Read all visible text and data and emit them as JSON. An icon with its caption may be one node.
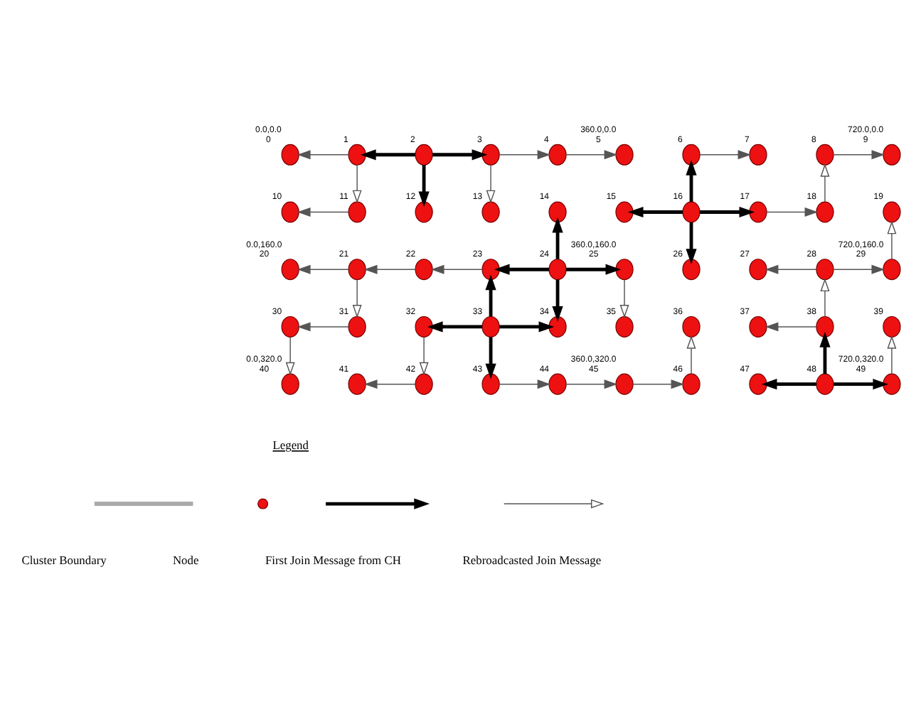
{
  "diagram": {
    "nodes": [
      {
        "text": [],
        "shape": "circle",
        "beside": [
          "0.0,0.0",
          "0"
        ]
      },
      {
        "text": [],
        "shape": "circle",
        "beside": [
          "1"
        ]
      },
      {
        "text": [],
        "shape": "circle",
        "beside": [
          "2"
        ]
      },
      {
        "text": [],
        "shape": "circle",
        "beside": [
          "3"
        ]
      },
      {
        "text": [],
        "shape": "circle",
        "beside": [
          "4"
        ]
      },
      {
        "text": [],
        "shape": "circle",
        "beside": [
          "360.0,0.0",
          "5"
        ]
      },
      {
        "text": [],
        "shape": "circle",
        "beside": [
          "6"
        ]
      },
      {
        "text": [],
        "shape": "circle",
        "beside": [
          "7"
        ]
      },
      {
        "text": [],
        "shape": "circle",
        "beside": [
          "8"
        ]
      },
      {
        "text": [],
        "shape": "circle",
        "beside": [
          "720.0,0.0",
          "9"
        ]
      },
      {
        "text": [],
        "shape": "circle",
        "beside": [
          "10"
        ]
      },
      {
        "text": [],
        "shape": "circle",
        "beside": [
          "11"
        ]
      },
      {
        "text": [],
        "shape": "circle",
        "beside": [
          "12"
        ]
      },
      {
        "text": [],
        "shape": "circle",
        "beside": [
          "13"
        ]
      },
      {
        "text": [],
        "shape": "circle",
        "beside": [
          "14"
        ]
      },
      {
        "text": [],
        "shape": "circle",
        "beside": [
          "15"
        ]
      },
      {
        "text": [],
        "shape": "circle",
        "beside": [
          "16"
        ]
      },
      {
        "text": [],
        "shape": "circle",
        "beside": [
          "17"
        ]
      },
      {
        "text": [],
        "shape": "circle",
        "beside": [
          "18"
        ]
      },
      {
        "text": [],
        "shape": "circle",
        "beside": [
          "19"
        ]
      },
      {
        "text": [],
        "shape": "circle",
        "beside": [
          "0.0,160.0",
          "20"
        ]
      },
      {
        "text": [],
        "shape": "circle",
        "beside": [
          "21"
        ]
      },
      {
        "text": [],
        "shape": "circle",
        "beside": [
          "22"
        ]
      },
      {
        "text": [],
        "shape": "circle",
        "beside": [
          "23"
        ]
      },
      {
        "text": [],
        "shape": "circle",
        "beside": [
          "24"
        ]
      },
      {
        "text": [],
        "shape": "circle",
        "beside": [
          "360.0,160.0",
          "25"
        ]
      },
      {
        "text": [],
        "shape": "circle",
        "beside": [
          "26"
        ]
      },
      {
        "text": [],
        "shape": "circle",
        "beside": [
          "27"
        ]
      },
      {
        "text": [],
        "shape": "circle",
        "beside": [
          "28"
        ]
      },
      {
        "text": [],
        "shape": "circle",
        "beside": [
          "720.0,160.0",
          "29"
        ]
      },
      {
        "text": [],
        "shape": "circle",
        "beside": [
          "30"
        ]
      },
      {
        "text": [],
        "shape": "circle",
        "beside": [
          "31"
        ]
      },
      {
        "text": [],
        "shape": "circle",
        "beside": [
          "32"
        ]
      },
      {
        "text": [],
        "shape": "circle",
        "beside": [
          "33"
        ]
      },
      {
        "text": [],
        "shape": "circle",
        "beside": [
          "34"
        ]
      },
      {
        "text": [],
        "shape": "circle",
        "beside": [
          "35"
        ]
      },
      {
        "text": [],
        "shape": "circle",
        "beside": [
          "36"
        ]
      },
      {
        "text": [],
        "shape": "circle",
        "beside": [
          "37"
        ]
      },
      {
        "text": [],
        "shape": "circle",
        "beside": [
          "38"
        ]
      },
      {
        "text": [],
        "shape": "circle",
        "beside": [
          "39"
        ]
      },
      {
        "text": [],
        "shape": "circle",
        "beside": [
          "0.0,320.0",
          "40"
        ]
      },
      {
        "text": [],
        "shape": "circle",
        "beside": [
          "41"
        ]
      },
      {
        "text": [],
        "shape": "circle",
        "beside": [
          "42"
        ]
      },
      {
        "text": [],
        "shape": "circle",
        "beside": [
          "43"
        ]
      },
      {
        "text": [],
        "shape": "circle",
        "beside": [
          "44"
        ]
      },
      {
        "text": [],
        "shape": "circle",
        "beside": [
          "360.0,320.0",
          "45"
        ]
      },
      {
        "text": [],
        "shape": "circle",
        "beside": [
          "46"
        ]
      },
      {
        "text": [],
        "shape": "circle",
        "beside": [
          "47"
        ]
      },
      {
        "text": [],
        "shape": "circle",
        "beside": [
          "48"
        ]
      },
      {
        "text": [],
        "shape": "circle",
        "beside": [
          "720.0,320.0",
          "49"
        ]
      }
    ],
    "edges": [
      {
        "from": 1,
        "to": 0,
        "arrow": "to"
      },
      {
        "from": 2,
        "to": 1,
        "arrow": "to",
        "style": "thick"
      },
      {
        "from": 2,
        "to": 3,
        "arrow": "to",
        "style": "thick"
      },
      {
        "from": 3,
        "to": 4,
        "arrow": "to"
      },
      {
        "from": 4,
        "to": 5,
        "arrow": "to"
      },
      {
        "from": 6,
        "to": 7,
        "arrow": "to"
      },
      {
        "from": 8,
        "to": 9,
        "arrow": "to"
      },
      {
        "from": 1,
        "to": 11,
        "arrow": "to"
      },
      {
        "from": 2,
        "to": 12,
        "arrow": "to",
        "style": "thick"
      },
      {
        "from": 3,
        "to": 13,
        "arrow": "to"
      },
      {
        "from": 16,
        "to": 6,
        "arrow": "to",
        "style": "thick"
      },
      {
        "from": 18,
        "to": 8,
        "arrow": "to"
      },
      {
        "from": 11,
        "to": 10,
        "arrow": "to"
      },
      {
        "from": 16,
        "to": 15,
        "arrow": "to",
        "style": "thick"
      },
      {
        "from": 16,
        "to": 17,
        "arrow": "to",
        "style": "thick"
      },
      {
        "from": 17,
        "to": 18,
        "arrow": "to"
      },
      {
        "from": 24,
        "to": 14,
        "arrow": "to",
        "style": "thick"
      },
      {
        "from": 16,
        "to": 26,
        "arrow": "to",
        "style": "thick"
      },
      {
        "from": 29,
        "to": 19,
        "arrow": "to"
      },
      {
        "from": 21,
        "to": 20,
        "arrow": "to"
      },
      {
        "from": 22,
        "to": 21,
        "arrow": "to"
      },
      {
        "from": 23,
        "to": 22,
        "arrow": "to"
      },
      {
        "from": 24,
        "to": 23,
        "arrow": "to",
        "style": "thick"
      },
      {
        "from": 24,
        "to": 25,
        "arrow": "to",
        "style": "thick"
      },
      {
        "from": 28,
        "to": 27,
        "arrow": "to"
      },
      {
        "from": 28,
        "to": 29,
        "arrow": "to"
      },
      {
        "from": 21,
        "to": 31,
        "arrow": "to"
      },
      {
        "from": 33,
        "to": 23,
        "arrow": "to",
        "style": "thick"
      },
      {
        "from": 24,
        "to": 34,
        "arrow": "to",
        "style": "thick"
      },
      {
        "from": 25,
        "to": 35,
        "arrow": "to"
      },
      {
        "from": 38,
        "to": 28,
        "arrow": "to"
      },
      {
        "from": 31,
        "to": 30,
        "arrow": "to"
      },
      {
        "from": 33,
        "to": 32,
        "arrow": "to",
        "style": "thick"
      },
      {
        "from": 33,
        "to": 34,
        "arrow": "to",
        "style": "thick"
      },
      {
        "from": 38,
        "to": 37,
        "arrow": "to"
      },
      {
        "from": 30,
        "to": 40,
        "arrow": "to"
      },
      {
        "from": 32,
        "to": 42,
        "arrow": "to"
      },
      {
        "from": 33,
        "to": 43,
        "arrow": "to",
        "style": "thick"
      },
      {
        "from": 46,
        "to": 36,
        "arrow": "to"
      },
      {
        "from": 48,
        "to": 38,
        "arrow": "to",
        "style": "thick"
      },
      {
        "from": 49,
        "to": 39,
        "arrow": "to"
      },
      {
        "from": 42,
        "to": 41,
        "arrow": "to"
      },
      {
        "from": 43,
        "to": 44,
        "arrow": "to"
      },
      {
        "from": 44,
        "to": 45,
        "arrow": "to"
      },
      {
        "from": 45,
        "to": 46,
        "arrow": "to"
      },
      {
        "from": 48,
        "to": 47,
        "arrow": "to",
        "style": "thick"
      },
      {
        "from": 48,
        "to": 49,
        "arrow": "to",
        "style": "thick"
      }
    ],
    "labels": [
      "Legend"
    ],
    "legend": [
      {
        "text": "Cluster Boundary"
      },
      {
        "text": "Node"
      },
      {
        "text": "First Join Message from CH"
      },
      {
        "text": "Rebroadcasted Join Message"
      }
    ]
  }
}
